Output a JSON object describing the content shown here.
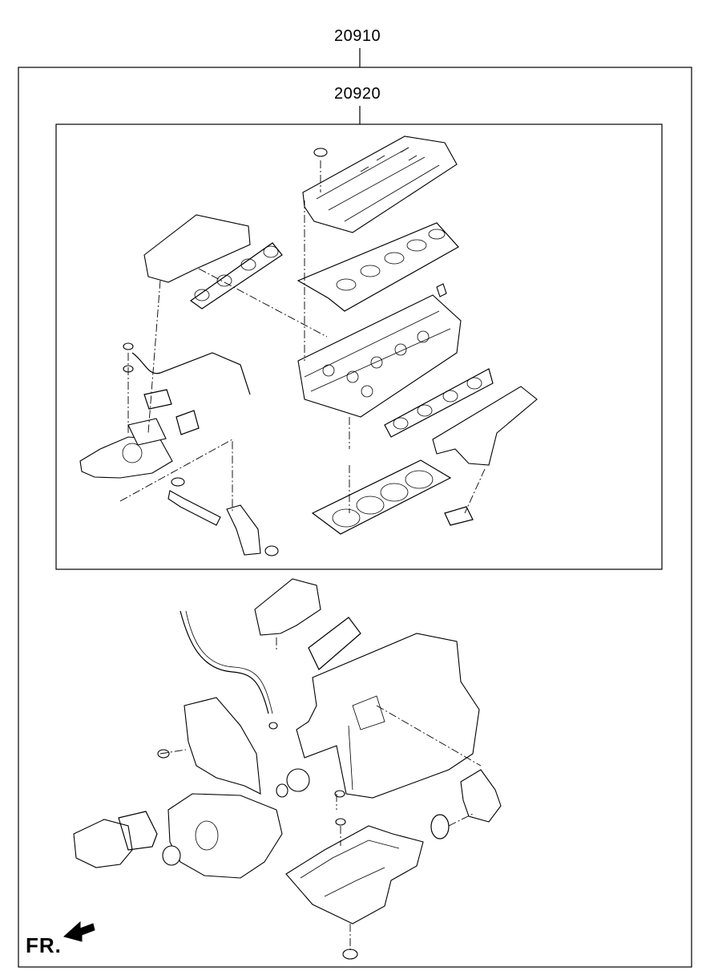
{
  "assemblies": {
    "outer_part_number": "20910",
    "inner_part_number": "20920"
  },
  "orientation": {
    "front_label": "FR.",
    "arrow_icon": "front-direction-arrow-icon"
  }
}
